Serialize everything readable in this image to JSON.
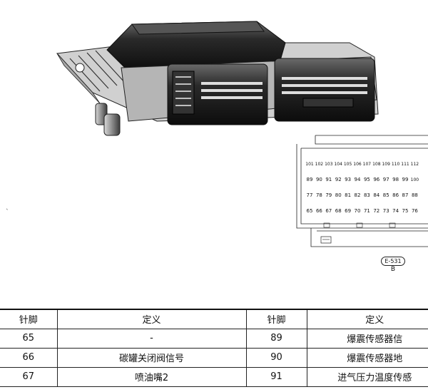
{
  "connector": {
    "code": "E-531",
    "side": "B",
    "pin_rows": [
      [
        "101",
        "102",
        "103",
        "104",
        "105",
        "106",
        "107",
        "108",
        "109",
        "110",
        "111",
        "112"
      ],
      [
        "89",
        "90",
        "91",
        "92",
        "93",
        "94",
        "95",
        "96",
        "97",
        "98",
        "99",
        "100"
      ],
      [
        "77",
        "78",
        "79",
        "80",
        "81",
        "82",
        "83",
        "84",
        "85",
        "86",
        "87",
        "88"
      ],
      [
        "65",
        "66",
        "67",
        "68",
        "69",
        "70",
        "71",
        "72",
        "73",
        "74",
        "75",
        "76"
      ]
    ]
  },
  "table": {
    "headers": [
      "针脚",
      "定义",
      "针脚",
      "定义"
    ],
    "rows": [
      {
        "pin_a": "65",
        "def_a": "-",
        "pin_b": "89",
        "def_b": "爆震传感器信"
      },
      {
        "pin_a": "66",
        "def_a": "碳罐关闭阀信号",
        "pin_b": "90",
        "def_b": "爆震传感器地"
      },
      {
        "pin_a": "67",
        "def_a": "喷油嘴2",
        "pin_b": "91",
        "def_b": "进气压力温度传感"
      }
    ]
  },
  "colors": {
    "line": "#222222",
    "ecu_body": "#1c1c1c",
    "ecu_highlight": "#8a8a8a"
  }
}
